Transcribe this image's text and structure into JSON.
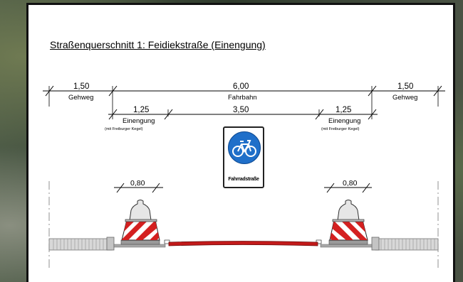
{
  "title": "Straßenquerschnitt 1: Feidiekstraße (Einengung)",
  "dimensions": {
    "gehweg_left": "1,50",
    "fahrbahn": "6,00",
    "gehweg_right": "1,50",
    "einengung_left": "1,25",
    "lane": "3,50",
    "einengung_right": "1,25",
    "kegel_left": "0,80",
    "kegel_right": "0,80"
  },
  "labels": {
    "gehweg_left": "Gehweg",
    "fahrbahn": "Fahrbahn",
    "gehweg_right": "Gehweg",
    "einengung_left": "Einengung",
    "einengung_left_sub": "(mit Freiburger Kegel)",
    "einengung_right": "Einengung",
    "einengung_right_sub": "(mit Freiburger Kegel)"
  },
  "sign": {
    "text": "Fahrradstraße",
    "icon": "bicycle-icon"
  },
  "colors": {
    "road_surface": "#c21a1a",
    "cone_stripe_red": "#d42020",
    "sign_blue": "#1f6fc9",
    "curb_gray": "#9a9a9a"
  }
}
